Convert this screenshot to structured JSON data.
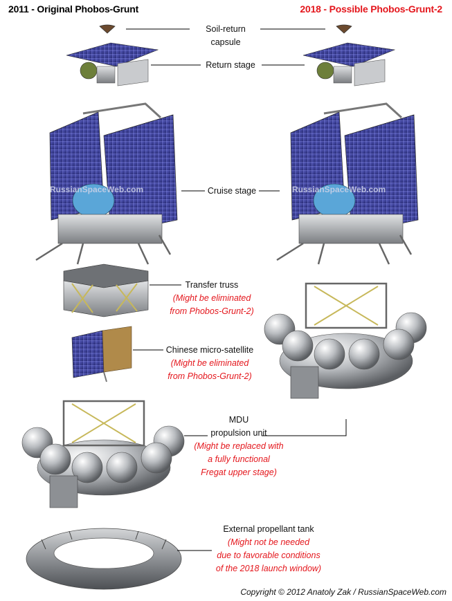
{
  "titles": {
    "left": "2011 - Original Phobos-Grunt",
    "right": "2018 - Possible Phobos-Grunt-2"
  },
  "watermark": "RussianSpaceWeb.com",
  "labels": {
    "capsule": "Soil-return capsule",
    "return_stage": "Return stage",
    "cruise_stage": "Cruise stage",
    "transfer_truss": "Transfer truss",
    "transfer_truss_note": [
      "(Might be eliminated",
      "from Phobos-Grunt-2)"
    ],
    "micro_sat": "Chinese micro-satellite",
    "micro_sat_note": [
      "(Might be eliminated",
      "from Phobos-Grunt-2)"
    ],
    "mdu": [
      "MDU",
      "propulsion unit"
    ],
    "mdu_note": [
      "(Might be replaced with",
      "a fully functional",
      "Fregat upper stage)"
    ],
    "tank": "External propellant tank",
    "tank_note": [
      "(Might not be needed",
      "due to favorable conditions",
      "of the 2018 launch window)"
    ]
  },
  "credit": "Copyright © 2012 Anatoly Zak / RussianSpaceWeb.com",
  "colors": {
    "title_right": "#e4161c",
    "note": "#e4161c",
    "solar_panel": "#3b3f9e",
    "metal": "#b5b8bc"
  }
}
